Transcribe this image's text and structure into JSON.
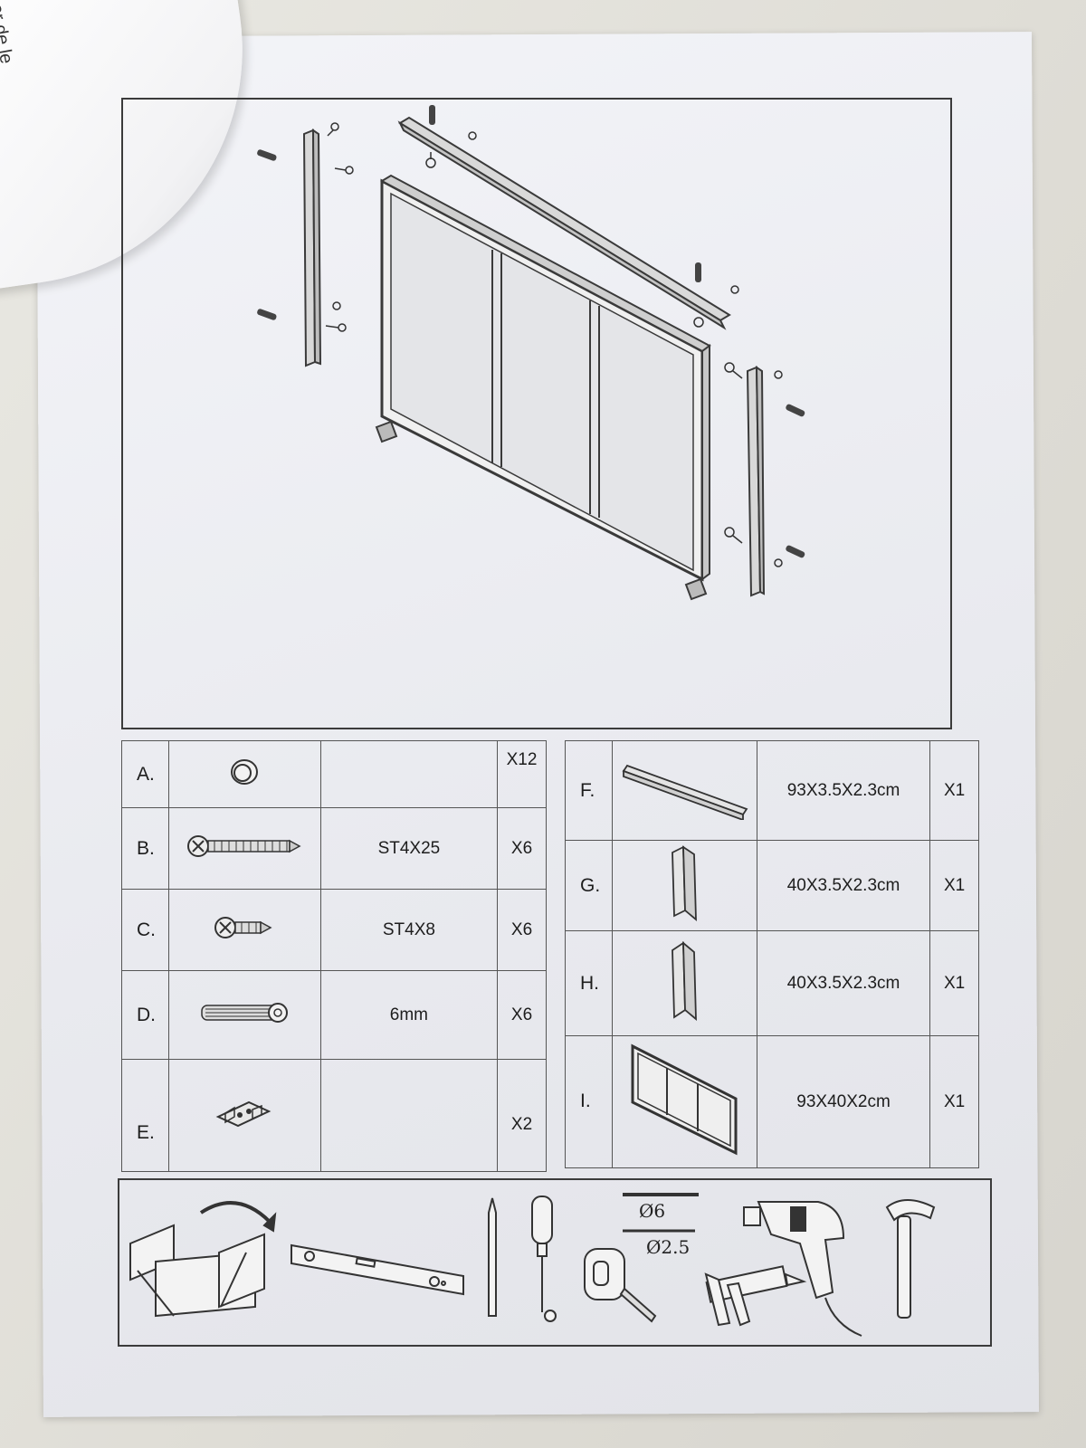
{
  "curl_text": "er de le",
  "parts_left": [
    {
      "letter": "A.",
      "spec": "",
      "qty": "X12",
      "icon": "cap-icon"
    },
    {
      "letter": "B.",
      "spec": "ST4X25",
      "qty": "X6",
      "icon": "long-screw-icon"
    },
    {
      "letter": "C.",
      "spec": "ST4X8",
      "qty": "X6",
      "icon": "short-screw-icon"
    },
    {
      "letter": "D.",
      "spec": "6mm",
      "qty": "X6",
      "icon": "wall-plug-icon"
    },
    {
      "letter": "E.",
      "spec": "",
      "qty": "X2",
      "icon": "bracket-icon"
    }
  ],
  "parts_right": [
    {
      "letter": "F.",
      "spec": "93X3.5X2.3cm",
      "qty": "X1",
      "icon": "long-rail-icon"
    },
    {
      "letter": "G.",
      "spec": "40X3.5X2.3cm",
      "qty": "X1",
      "icon": "side-rail-icon"
    },
    {
      "letter": "H.",
      "spec": "40X3.5X2.3cm",
      "qty": "X1",
      "icon": "side-rail-icon"
    },
    {
      "letter": "I.",
      "spec": "93X40X2cm",
      "qty": "X1",
      "icon": "screen-panel-icon"
    }
  ],
  "tools": {
    "drill_bit_1": "Ø6",
    "drill_bit_2": "Ø2.5",
    "items": [
      "toolbox-icon",
      "spirit-level-icon",
      "pencil-icon",
      "screwdriver-icon",
      "tape-measure-icon",
      "drill-bits-icon",
      "caulk-gun-icon",
      "power-drill-icon",
      "hammer-icon"
    ]
  }
}
